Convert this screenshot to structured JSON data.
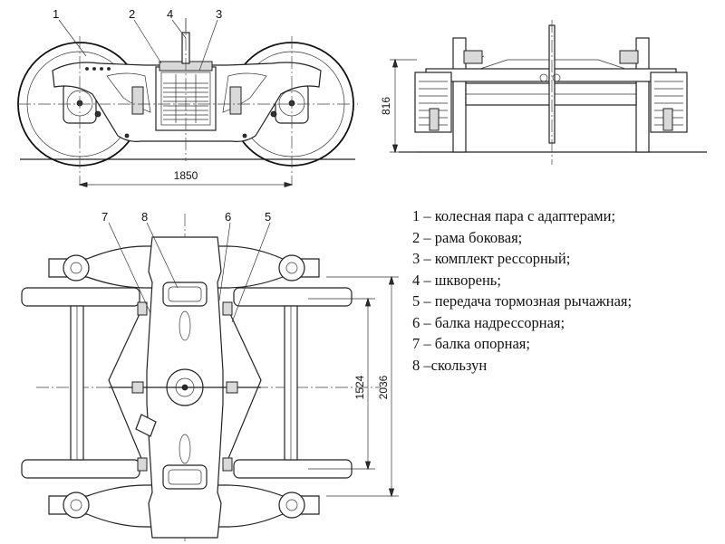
{
  "callouts": {
    "top": [
      "1",
      "2",
      "4",
      "3"
    ],
    "bottom": [
      "7",
      "8",
      "6",
      "5"
    ]
  },
  "dimensions": {
    "wheelbase": "1850",
    "height": "816",
    "track_inner": "1524",
    "track_outer": "2036"
  },
  "legend": [
    "1 – колесная пара с адаптерами;",
    "2 –  рама боковая;",
    "3 –  комплект рессорный;",
    "4 – шкворень;",
    "5 –  передача тормозная рычажная;",
    "6 –  балка надрессорная;",
    "7 – балка опорная;",
    "8 –скользун"
  ]
}
